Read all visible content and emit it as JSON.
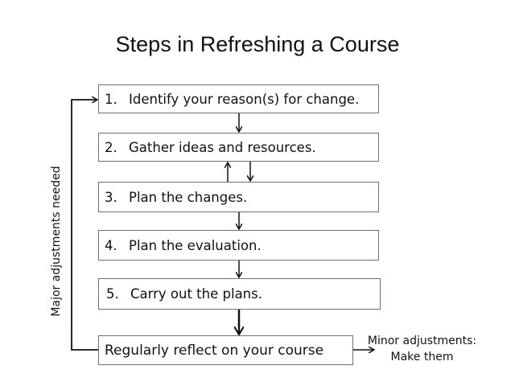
{
  "title": "Steps in Refreshing a Course",
  "steps": [
    {
      "num": "1.",
      "label": "Identify your reason(s) for change."
    },
    {
      "num": "2.",
      "label": "Gather ideas and resources."
    },
    {
      "num": "3.",
      "label": "Plan the changes."
    },
    {
      "num": "4.",
      "label": "Plan the evaluation."
    },
    {
      "num": "5.",
      "label": "Carry out the plans."
    }
  ],
  "reflect": {
    "label": "Regularly reflect on your course"
  },
  "loop_labels": {
    "major": "Major adjustments needed",
    "minor_line1": "Minor adjustments:",
    "minor_line2": "Make them"
  },
  "colors": {
    "box_border": "#707070",
    "arrow": "#111111",
    "text": "#111111"
  }
}
